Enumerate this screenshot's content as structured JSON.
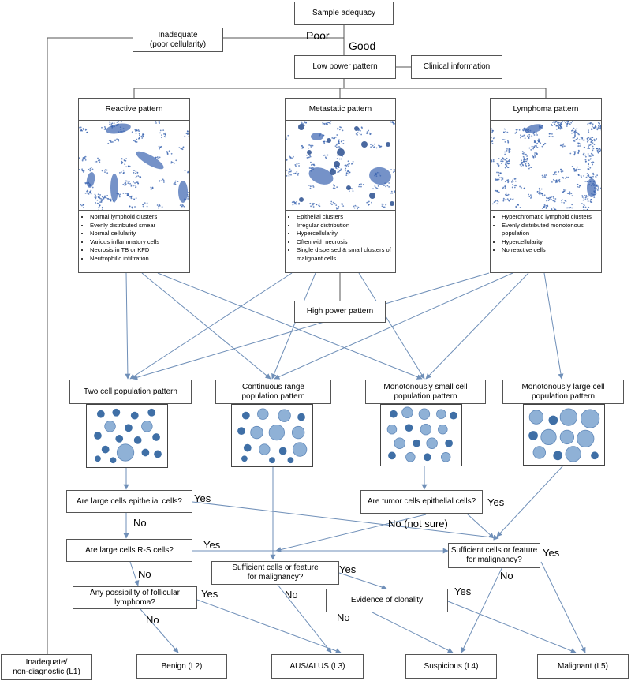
{
  "nodes": {
    "sample_adequacy": "Sample adequacy",
    "inadequate_poor": "Inadequate\n(poor cellularity)",
    "low_power": "Low power pattern",
    "clinical_info": "Clinical information",
    "high_power": "High power pattern",
    "two_cell": "Two cell population pattern",
    "continuous": "Continuous range\npopulation pattern",
    "mono_small": "Monotonously small cell\npopulation pattern",
    "mono_large": "Monotonously large cell\npopulation pattern",
    "large_epithelial": "Are large cells epithelial cells?",
    "tumor_epithelial": "Are tumor cells epithelial cells?",
    "large_rs": "Are large cells R-S cells?",
    "sufficient_right": "Sufficient cells or feature\nfor malignancy?",
    "sufficient_mid": "Sufficient cells or feature\nfor malignancy?",
    "follicular": "Any possibility of follicular\nlymphoma?",
    "clonality": "Evidence of clonality",
    "l1": "Inadequate/\nnon-diagnostic (L1)",
    "l2": "Benign (L2)",
    "l3": "AUS/ALUS (L3)",
    "l4": "Suspicious (L4)",
    "l5": "Malignant (L5)"
  },
  "labels": {
    "poor": "Poor",
    "good": "Good",
    "yes": "Yes",
    "no": "No",
    "no_not_sure": "No (not sure)"
  },
  "patterns": {
    "reactive": {
      "title": "Reactive pattern",
      "items": [
        "Normal lymphoid clusters",
        "Evenly distributed smear",
        "Normal cellularity",
        "Various inflammatory cells",
        "Necrosis in TB or KFD",
        "Neutrophilic infiltration"
      ]
    },
    "metastatic": {
      "title": "Metastatic pattern",
      "items": [
        "Epithelial clusters",
        "Irregular distribution",
        "Hypercellularity",
        "Often with necrosis",
        "Single dispersed & small clusters of malignant cells"
      ]
    },
    "lymphoma": {
      "title": "Lymphoma pattern",
      "items": [
        "Hyperchromatic lymphoid clusters",
        "Evenly distributed monotonous population",
        "Hypercellularity",
        "No reactive cells"
      ]
    }
  },
  "colors": {
    "arrow": "#6f8fb8",
    "line": "#555555",
    "cell_dark": "#3f6fa6",
    "cell_light": "#8fb1d6",
    "smear": "#3a64b0"
  }
}
